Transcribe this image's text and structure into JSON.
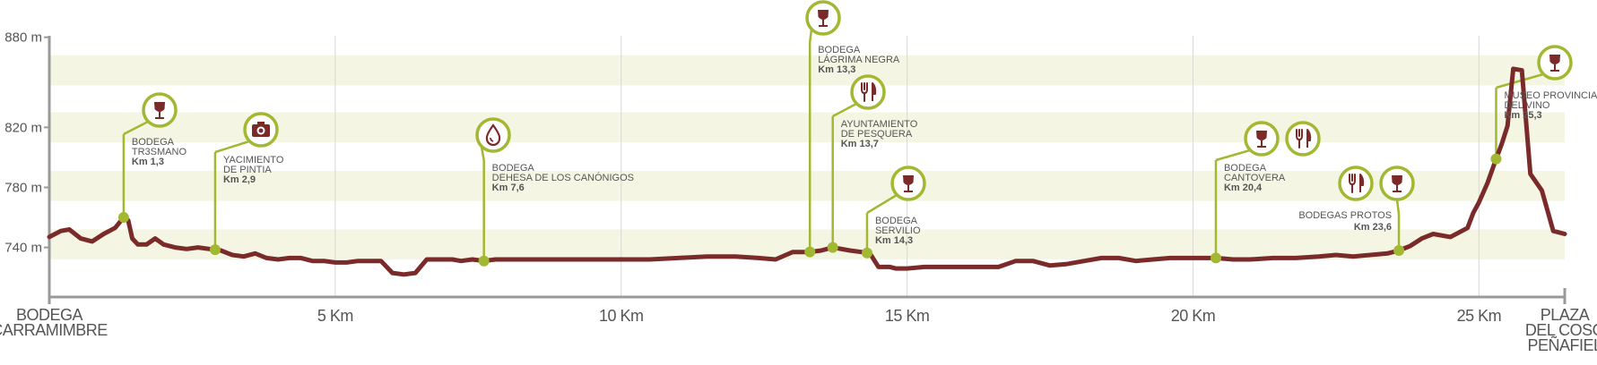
{
  "chart_data": {
    "type": "area",
    "title": "",
    "xlabel": "",
    "ylabel": "",
    "x_unit": "Km",
    "y_unit": "m",
    "xlim": [
      0,
      26.5
    ],
    "ylim": [
      707,
      881
    ],
    "x_ticks": [
      {
        "value": 5,
        "label": "5 Km"
      },
      {
        "value": 10,
        "label": "10 Km"
      },
      {
        "value": 15,
        "label": "15 Km"
      },
      {
        "value": 20,
        "label": "20 Km"
      },
      {
        "value": 25,
        "label": "25 Km"
      }
    ],
    "y_ticks": [
      {
        "value": 740,
        "label": "740 m"
      },
      {
        "value": 780,
        "label": "780 m"
      },
      {
        "value": 820,
        "label": "820 m"
      },
      {
        "value": 880,
        "label": "880 m"
      }
    ],
    "bands": [
      [
        732,
        752
      ],
      [
        771,
        791
      ],
      [
        810,
        830
      ],
      [
        848,
        868
      ]
    ],
    "start_label": [
      "BODEGA",
      "CARRAMIMBRE"
    ],
    "end_label": [
      "PLAZA",
      "DEL COSO",
      "PEÑAFIEL"
    ],
    "series": [
      {
        "color": "#7b2a2a",
        "x": [
          0,
          0.2,
          0.35,
          0.55,
          0.75,
          0.95,
          1.15,
          1.3,
          1.38,
          1.45,
          1.55,
          1.7,
          1.85,
          2.0,
          2.2,
          2.4,
          2.6,
          2.8,
          3.0,
          3.2,
          3.4,
          3.6,
          3.8,
          4.0,
          4.2,
          4.4,
          4.6,
          4.8,
          5.0,
          5.2,
          5.4,
          5.6,
          5.8,
          6.0,
          6.2,
          6.4,
          6.6,
          6.8,
          6.95,
          7.05,
          7.2,
          7.4,
          7.6,
          7.8,
          8.0,
          8.2,
          8.4,
          8.6,
          9.0,
          9.5,
          10.0,
          10.5,
          11.0,
          11.5,
          12.0,
          12.4,
          12.7,
          13.0,
          13.3,
          13.5,
          13.7,
          14.0,
          14.2,
          14.35,
          14.5,
          14.6,
          14.7,
          14.8,
          15.0,
          15.3,
          15.6,
          16.0,
          16.3,
          16.6,
          16.9,
          17.2,
          17.5,
          17.8,
          18.1,
          18.4,
          18.7,
          19.0,
          19.3,
          19.6,
          19.9,
          20.1,
          20.4,
          20.7,
          21.0,
          21.4,
          21.8,
          22.2,
          22.5,
          22.8,
          23.1,
          23.4,
          23.6,
          23.8,
          24.0,
          24.2,
          24.5,
          24.8,
          24.9,
          25.0,
          25.15,
          25.3,
          25.4,
          25.5,
          25.6,
          25.75,
          25.9,
          26.1,
          26.3,
          26.5
        ],
        "y": [
          747,
          751,
          752,
          746,
          744,
          749,
          753,
          760,
          758,
          746,
          742,
          742,
          746,
          742,
          740,
          739,
          740,
          739,
          738,
          735,
          734,
          736,
          733,
          732,
          733,
          733,
          731,
          731,
          730,
          730,
          731,
          731,
          731,
          723,
          722,
          723,
          732,
          732,
          732,
          732,
          731,
          732,
          731,
          732,
          732,
          732,
          732,
          732,
          732,
          732,
          732,
          732,
          733,
          734,
          734,
          733,
          732,
          737,
          737,
          738,
          740,
          738,
          737,
          736,
          727,
          727,
          727,
          726,
          726,
          727,
          727,
          727,
          727,
          727,
          731,
          731,
          728,
          729,
          731,
          733,
          733,
          731,
          732,
          733,
          733,
          733,
          733,
          732,
          732,
          733,
          733,
          734,
          735,
          734,
          735,
          736,
          738,
          741,
          746,
          749,
          747,
          753,
          763,
          770,
          783,
          799,
          809,
          821,
          859,
          858,
          789,
          778,
          751,
          749
        ]
      }
    ],
    "points_of_interest": [
      {
        "km": 1.3,
        "name": [
          "BODEGA",
          "TR3SMANO"
        ],
        "km_label": "Km 1,3",
        "icons": [
          "wine-icon"
        ]
      },
      {
        "km": 2.9,
        "name": [
          "YACIMIENTO",
          "DE PINTIA"
        ],
        "km_label": "Km 2,9",
        "icons": [
          "camera-icon"
        ]
      },
      {
        "km": 7.6,
        "name": [
          "BODEGA",
          "DEHESA DE LOS CANÓNIGOS"
        ],
        "km_label": "Km 7,6",
        "icons": [
          "water-drop-icon"
        ]
      },
      {
        "km": 13.3,
        "name": [
          "BODEGA",
          "LÁGRIMA NEGRA"
        ],
        "km_label": "Km 13,3",
        "icons": [
          "wine-icon"
        ]
      },
      {
        "km": 13.7,
        "name": [
          "AYUNTAMIENTO",
          "DE PESQUERA"
        ],
        "km_label": "Km 13,7",
        "icons": [
          "cutlery-icon"
        ]
      },
      {
        "km": 14.3,
        "name": [
          "BODEGA",
          "SERVILIO"
        ],
        "km_label": "Km 14,3",
        "icons": [
          "wine-icon"
        ]
      },
      {
        "km": 20.4,
        "name": [
          "BODEGA",
          "CANTOVERA"
        ],
        "km_label": "Km 20,4",
        "icons": [
          "wine-icon",
          "cutlery-icon"
        ]
      },
      {
        "km": 23.6,
        "name": [
          "BODEGAS PROTOS"
        ],
        "km_label": "Km 23,6",
        "icons": [
          "cutlery-icon",
          "wine-icon"
        ]
      },
      {
        "km": 25.3,
        "name": [
          "MUSEO PROVINCIAL",
          "DEL VINO"
        ],
        "km_label": "Km 25,3",
        "icons": [
          "wine-icon"
        ]
      }
    ],
    "colors": {
      "line": "#7b2a2a",
      "accent": "#a3b832",
      "band": "#f4f6e3",
      "grid": "#d8d8d8",
      "axis": "#999999",
      "text": "#555555"
    },
    "grid": true
  }
}
